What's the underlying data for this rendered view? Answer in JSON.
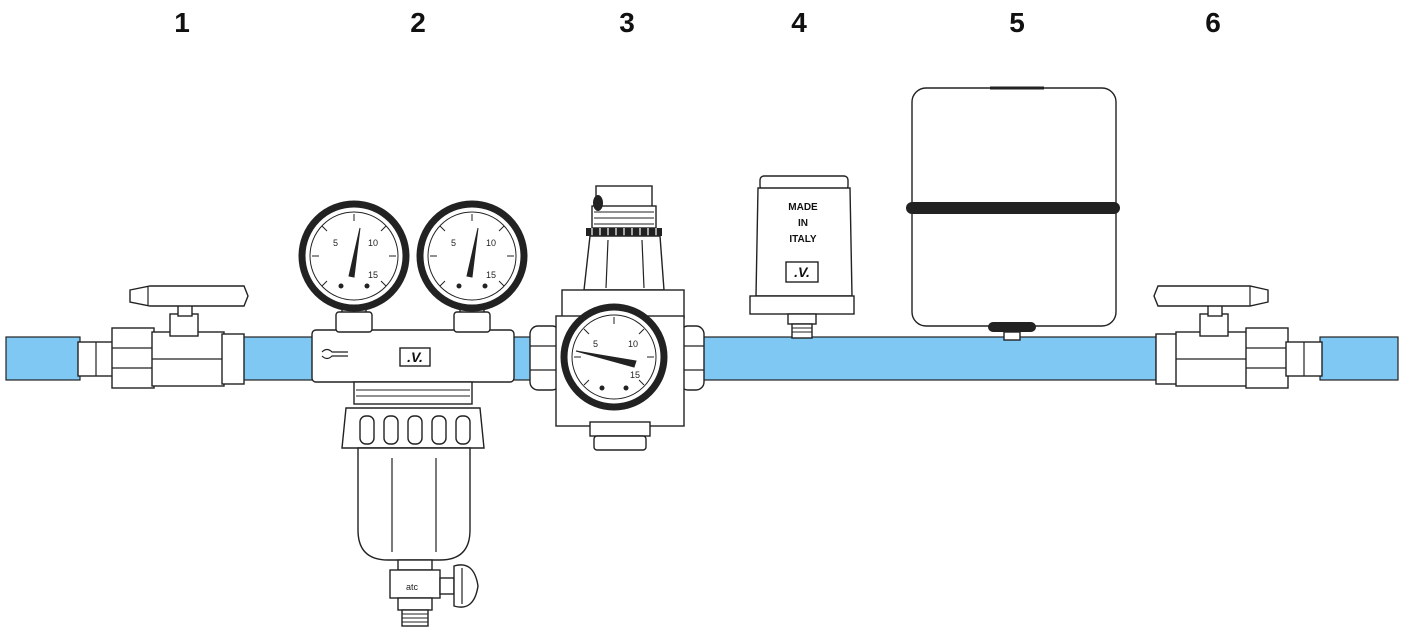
{
  "colors": {
    "pipe": "#7fc8f4",
    "outline": "#222222",
    "background": "#ffffff"
  },
  "component_numbers": [
    "1",
    "2",
    "3",
    "4",
    "5",
    "6"
  ],
  "gauge_scale": {
    "low": "5",
    "mid": "10",
    "high": "15"
  },
  "device4": {
    "line1": "MADE",
    "line2": "IN",
    "line3": "ITALY"
  },
  "logo": ".V.",
  "icons": [
    "ball-valve-icon",
    "wrench-icon",
    "pressure-gauge-icon",
    "filter-bowl-icon",
    "drain-valve-icon",
    "expansion-tank-icon"
  ]
}
